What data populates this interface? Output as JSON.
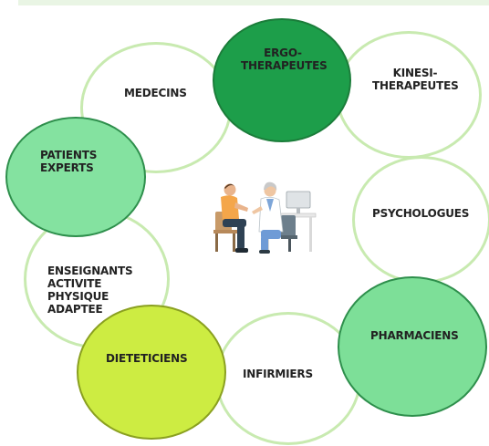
{
  "diagram": {
    "nodes": [
      {
        "id": "medecins",
        "label": "MEDECINS"
      },
      {
        "id": "ergo",
        "label": "ERGO-\nTHERAPEUTES"
      },
      {
        "id": "kinesi",
        "label": "KINESI-\nTHERAPEUTES"
      },
      {
        "id": "patients",
        "label": "PATIENTS\nEXPERTS"
      },
      {
        "id": "psychologues",
        "label": "PSYCHOLOGUES"
      },
      {
        "id": "enseignants",
        "label": "ENSEIGNANTS\nACTIVITE\nPHYSIQUE\nADAPTEE"
      },
      {
        "id": "pharmaciens",
        "label": "PHARMACIENS"
      },
      {
        "id": "dieteticiens",
        "label": "DIETETICIENS"
      },
      {
        "id": "infirmiers",
        "label": "INFIRMIERS"
      }
    ],
    "colors": {
      "dark_green": "#1d9e4a",
      "light_green": "#84e2a0",
      "lime": "#cdec42",
      "ring": "#c8eab0",
      "text": "#222222"
    },
    "center_image": "doctor-patient-consultation"
  }
}
